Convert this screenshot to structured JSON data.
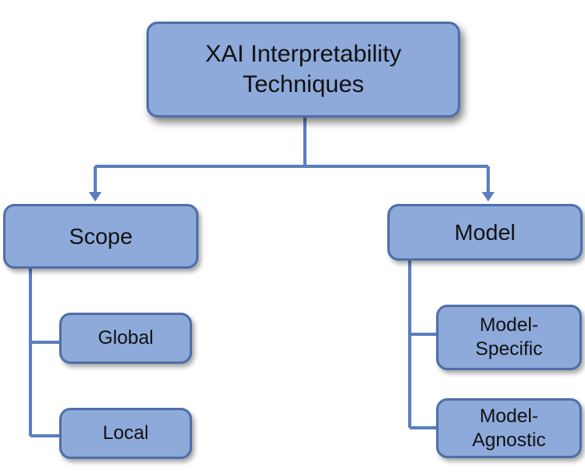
{
  "diagram": {
    "root": {
      "label_line1": "XAI Interpretability",
      "label_line2": "Techniques"
    },
    "scope": {
      "label": "Scope",
      "children": [
        {
          "label": "Global"
        },
        {
          "label": "Local"
        }
      ]
    },
    "model": {
      "label": "Model",
      "children": [
        {
          "label_line1": "Model-",
          "label_line2": "Specific"
        },
        {
          "label_line1": "Model-",
          "label_line2": "Agnostic"
        }
      ]
    },
    "colors": {
      "node_fill": "#8eaadb",
      "node_border": "#4f6fa8",
      "connector": "#5b7fbf"
    }
  }
}
